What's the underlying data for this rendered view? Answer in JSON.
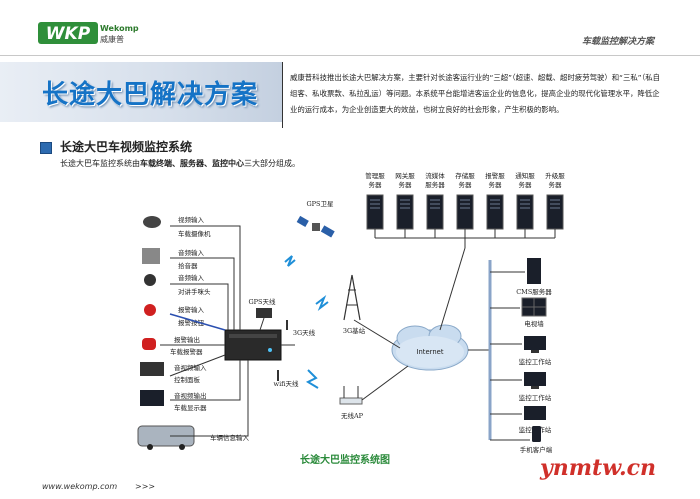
{
  "header": {
    "logo_en": "Wekomp",
    "logo_cn": "威康普",
    "title": "车载监控解决方案"
  },
  "banner": {
    "title": "长途大巴解决方案"
  },
  "intro": {
    "text": "威康普科技推出长途大巴解决方案，主要针对长途客运行业的“三超”（超速、超载、超时疲劳驾驶）和“三私”（私自组客、私收票款、私拉乱运）等问题。本系统平台能增进客运企业的信息化，提高企业的现代化管理水平，降低企业的运行成本，为企业创造更大的效益，也树立良好的社会形象，产生积极的影响。"
  },
  "section": {
    "title": "长途大巴车视频监控系统",
    "sub_prefix": "长途大巴车监控系统由",
    "sub_bold": "车载终端、服务器、监控中心",
    "sub_suffix": "三大部分组成。"
  },
  "diagram": {
    "servers": [
      {
        "l1": "管理服",
        "l2": "务器"
      },
      {
        "l1": "网关服",
        "l2": "务器"
      },
      {
        "l1": "流媒体",
        "l2": "服务器"
      },
      {
        "l1": "存储服",
        "l2": "务器"
      },
      {
        "l1": "报警服",
        "l2": "务器"
      },
      {
        "l1": "通知服",
        "l2": "务器"
      },
      {
        "l1": "升级服",
        "l2": "务器"
      }
    ],
    "left_devices": [
      {
        "l1": "视频输入",
        "l2": "车载摄像机"
      },
      {
        "l1": "音频输入",
        "l2": "拾音器"
      },
      {
        "l1": "音频输入",
        "l2": "对讲手咪头"
      },
      {
        "l1": "报警输入",
        "l2": "报警按钮"
      },
      {
        "l1": "报警输出",
        "l2": "车载报警器"
      },
      {
        "l1": "音视频输入",
        "l2": "控制面板"
      },
      {
        "l1": "音视频输出",
        "l2": "车载显示器"
      },
      {
        "l1": "车辆信息输入",
        "l2": ""
      }
    ],
    "gps_satellite": "GPS卫星",
    "gps_antenna": "GPS天线",
    "antenna_3g": "3G天线",
    "base_3g": "3G基站",
    "wifi_antenna": "wifi天线",
    "wireless_ap": "无线AP",
    "internet": "Internet",
    "right_devices": [
      "CMS服务器",
      "电视墙",
      "监控工作站",
      "监控工作站",
      "监控工作站",
      "手机客户端"
    ]
  },
  "caption": "长途大巴监控系统图",
  "footer": {
    "url": "www.wekomp.com",
    "arrows": ">>>"
  },
  "watermark": "ynmtw.cn",
  "colors": {
    "accent_blue": "#1573c6",
    "caption_green": "#2a8a3a",
    "watermark_red": "#d0302a"
  }
}
